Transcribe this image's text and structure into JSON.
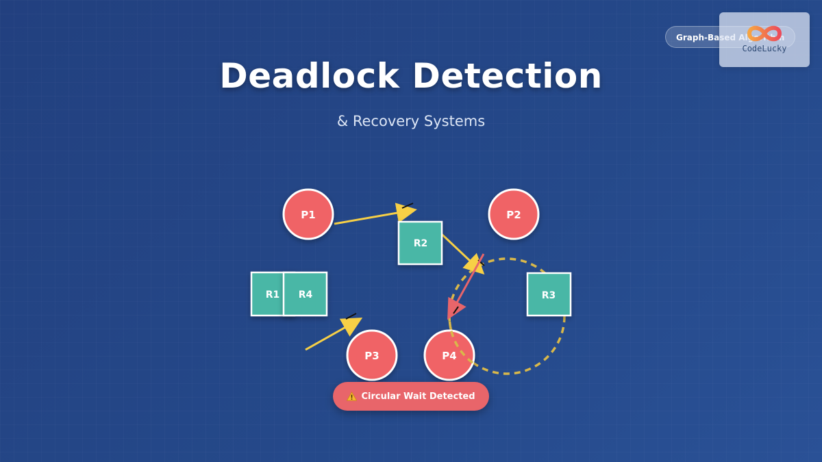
{
  "header": {
    "title": "Deadlock Detection",
    "subtitle": "& Recovery Systems"
  },
  "badge": {
    "label": "Graph-Based Algorithm"
  },
  "logo": {
    "name": "CodeLucky",
    "icon": "infinity-logo"
  },
  "diagram": {
    "processes": [
      {
        "id": "p1",
        "label": "P1"
      },
      {
        "id": "p2",
        "label": "P2"
      },
      {
        "id": "p3",
        "label": "P3"
      },
      {
        "id": "p4",
        "label": "P4"
      }
    ],
    "resources": [
      {
        "id": "r1",
        "label": "R1"
      },
      {
        "id": "r2",
        "label": "R2"
      },
      {
        "id": "r3",
        "label": "R3"
      },
      {
        "id": "r4",
        "label": "R4"
      }
    ],
    "edges": [
      {
        "id": "p1-to-r2",
        "kind": "request",
        "color": "#f7d046"
      },
      {
        "id": "r2-to-cycle",
        "kind": "allocation",
        "color": "#f7d046"
      },
      {
        "id": "cycle-to-p4",
        "kind": "highlighted",
        "color": "#e8656a"
      },
      {
        "id": "r1-to-p3",
        "kind": "request",
        "color": "#f7d046"
      }
    ],
    "cycle_color": "#d9b84a",
    "process_color": "#f06466",
    "resource_color": "#48b7a6"
  },
  "alert": {
    "label": "Circular Wait Detected",
    "icon": "warning-icon"
  }
}
